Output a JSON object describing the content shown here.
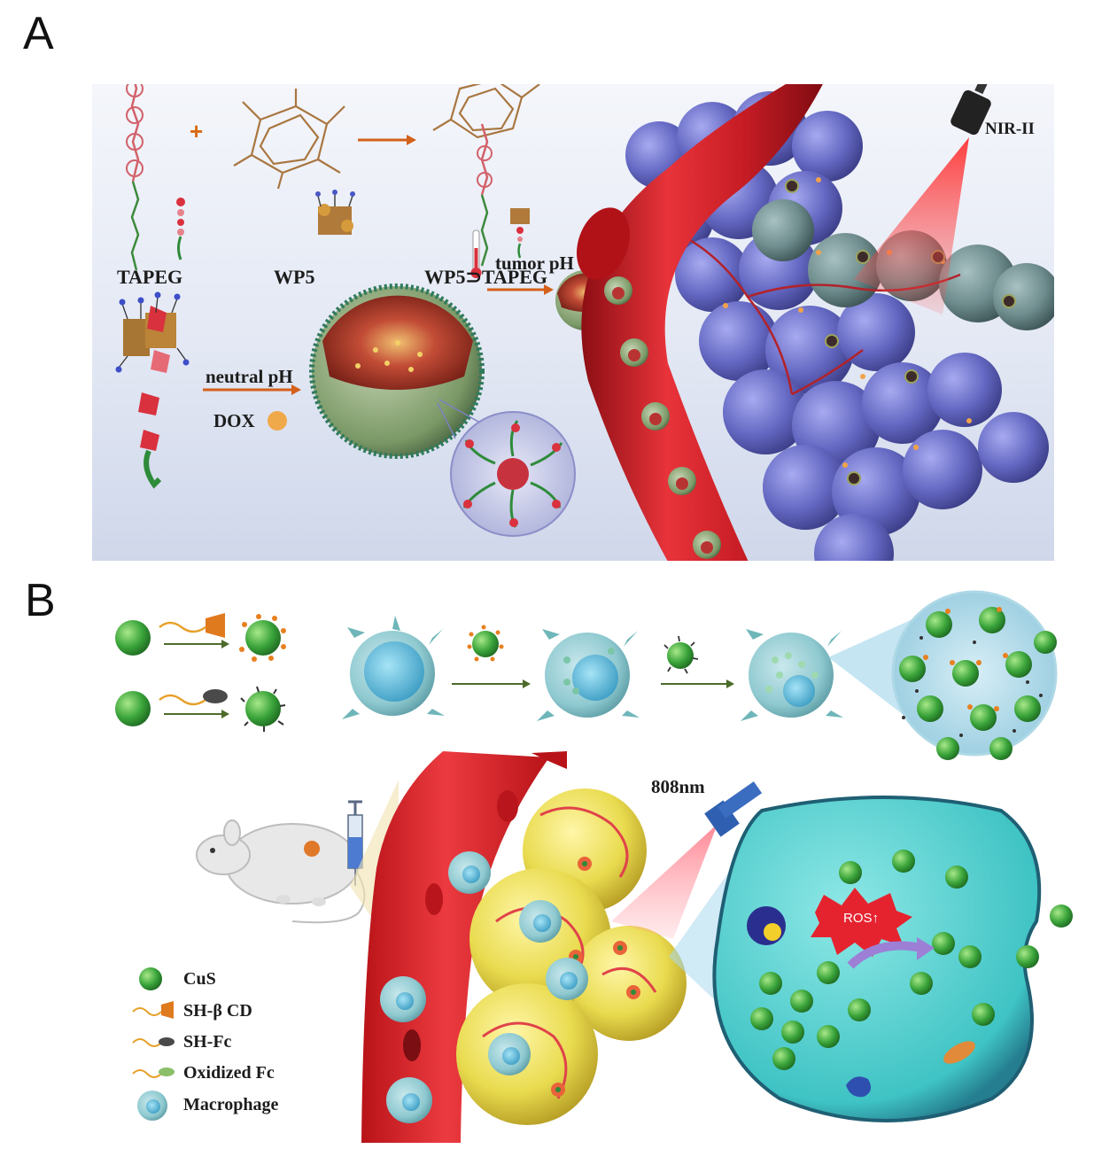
{
  "panel_a": {
    "letter": "A",
    "labels": {
      "tapeg": "TAPEG",
      "wp5": "WP5",
      "complex": "WP5⊃TAPEG",
      "neutral_ph": "neutral pH",
      "dox": "DOX",
      "tumor_ph": "tumor pH",
      "nir": "NIR-II"
    }
  },
  "panel_b": {
    "letter": "B",
    "labels": {
      "laser": "808nm",
      "ros": "ROS↑"
    },
    "legend": [
      {
        "label": "CuS",
        "icon": "cus-sphere-icon"
      },
      {
        "label": "SH-β CD",
        "icon": "sh-beta-cd-icon"
      },
      {
        "label": "SH-Fc",
        "icon": "sh-fc-icon"
      },
      {
        "label": "Oxidized Fc",
        "icon": "oxidized-fc-icon"
      },
      {
        "label": "Macrophage",
        "icon": "macrophage-icon"
      }
    ]
  },
  "colors": {
    "vessel_red": "#d8232a",
    "tumor_blue": "#6a6fc4",
    "tumor_gray": "#6f8d8e",
    "cus_green": "#3aa43a",
    "macrophage_teal": "#4fb9c9",
    "tumor_yellow": "#e9db4f",
    "arrow_orange": "#d4601a",
    "arrow_green": "#4d6b2a"
  }
}
